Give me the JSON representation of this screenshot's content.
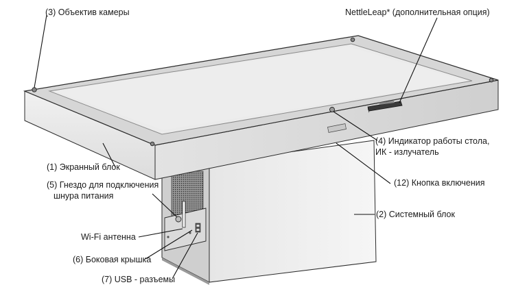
{
  "labels": {
    "camera": "(3) Объектив камеры",
    "nettleleap": "NettleLeap* (дополнительная опция)",
    "indicator_1": "(4) Индикатор работы стола,",
    "indicator_2": "ИК - излучатель",
    "screen_block": "(1) Экранный блок",
    "power_button": "(12) Кнопка включения",
    "power_socket_1": "(5) Гнездо для подключения",
    "power_socket_2": "шнура питания",
    "system_block": "(2) Системный блок",
    "wifi": "Wi-Fi антенна",
    "side_cover": "(6) Боковая крышка",
    "usb": "(7) USB - разъемы"
  },
  "colors": {
    "outline": "#2a2a2a",
    "frame_top": "#d9d9d9",
    "frame_side": "#e4e4e4",
    "screen": "#e9e9e9",
    "cabinet_front": "#eeeeee",
    "cabinet_side": "#d2d2d2",
    "grille": "#6a6a6a",
    "leader": "#111111"
  }
}
